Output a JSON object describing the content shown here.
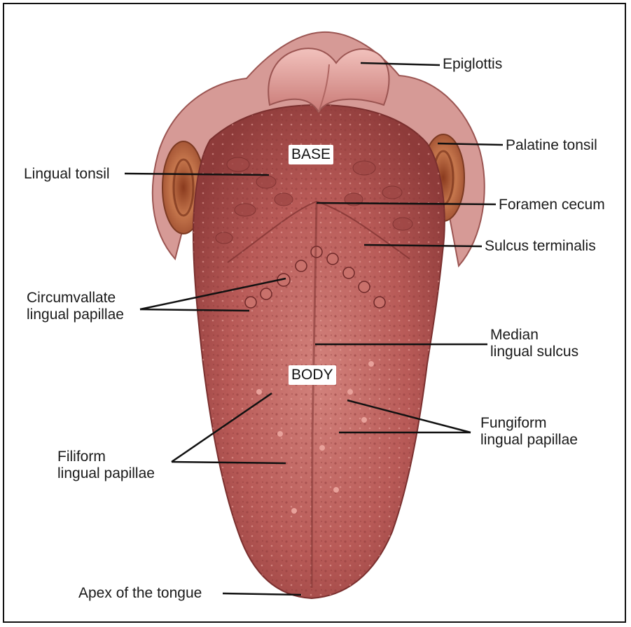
{
  "regions": {
    "base": "BASE",
    "body": "BODY"
  },
  "labels": {
    "epiglottis": "Epiglottis",
    "palatine_tonsil": "Palatine tonsil",
    "lingual_tonsil": "Lingual tonsil",
    "foramen_cecum": "Foramen cecum",
    "sulcus_terminalis": "Sulcus terminalis",
    "circumvallate": [
      "Circumvallate",
      "lingual papillae"
    ],
    "median_sulcus": [
      "Median",
      "lingual sulcus"
    ],
    "fungiform": [
      "Fungiform",
      "lingual papillae"
    ],
    "filiform": [
      "Filiform",
      "lingual papillae"
    ],
    "apex": "Apex of the tongue"
  },
  "colors": {
    "tongue": "#b85a57",
    "tongue_dark": "#8e3b3a",
    "tongue_light": "#d88a84",
    "tonsil": "#b5643e",
    "pharynx": "#e2a39f",
    "leader_line": "#111111"
  }
}
